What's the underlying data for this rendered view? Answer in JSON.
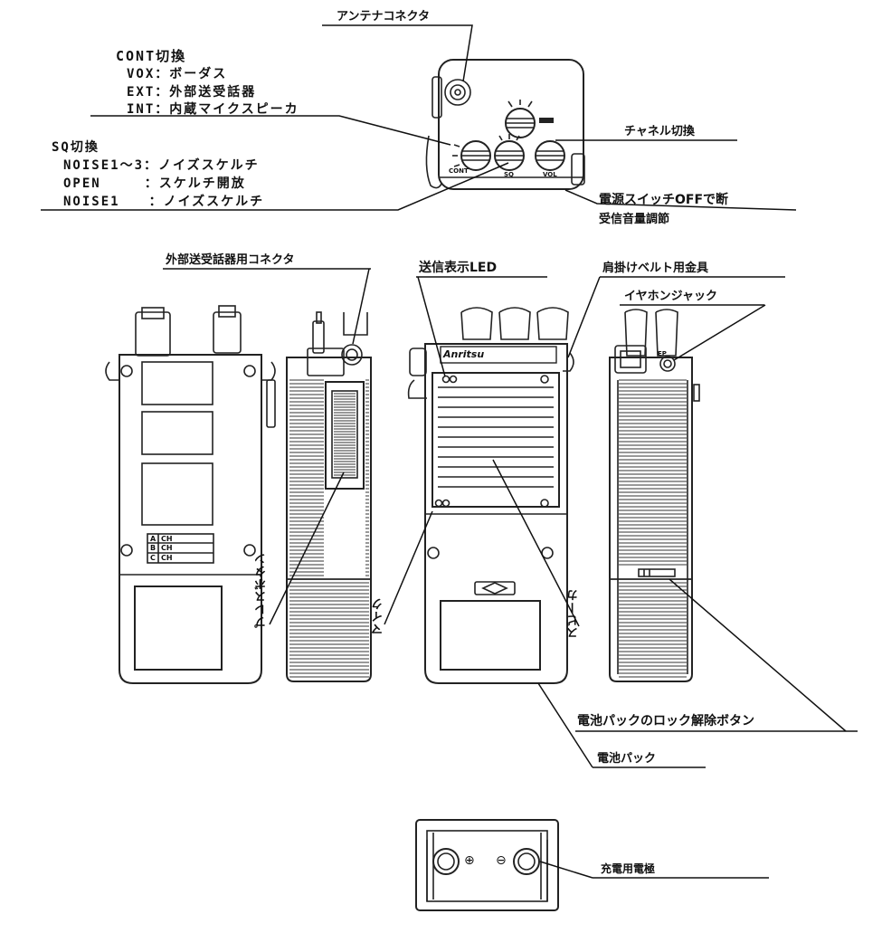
{
  "labels": {
    "antenna_connector": "アンテナコネクタ",
    "cont_title": "CONT切換",
    "vox": "VOX：ボーダス",
    "ext": "EXT：外部送受話器",
    "int": "INT：内蔵マイクスピーカ",
    "sq_title": "SQ切換",
    "noise13": "NOISE1～3：ノイズスケルチ",
    "open": "OPEN　　　：スケルチ開放",
    "noise1": "NOISE1　　：ノイズスケルチ",
    "channel_switch": "チャネル切換",
    "power_switch": "電源スイッチOFFで断",
    "volume": "受信音量調節",
    "ext_connector": "外部送受話器用コネクタ",
    "tx_led": "送信表示LED",
    "belt_fitting": "肩掛けベルト用金具",
    "earphone_jack": "イヤホンジャック",
    "press_button": "プレスボタン",
    "mic": "マイク",
    "speaker": "スピーカ",
    "battery_lock_release": "電池パックのロック解除ボタン",
    "battery_pack": "電池パック",
    "charge_terminal": "充電用電極"
  },
  "panel_marks": {
    "brand": "Anritsu",
    "cont_knob": "CONT",
    "sq_knob": "SQ",
    "vol_knob": "VOL",
    "ch_rows": [
      "A",
      "B",
      "C"
    ],
    "ch_text": "CH",
    "ep_mark": "EP",
    "plus": "⊕",
    "minus": "⊖"
  }
}
